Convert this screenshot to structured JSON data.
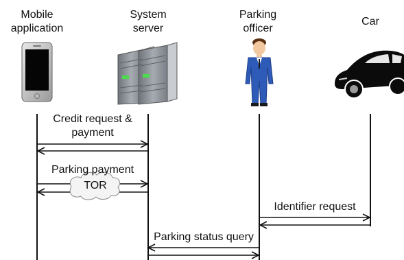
{
  "actors": {
    "mobile": {
      "label": "Mobile\napplication"
    },
    "server": {
      "label": "System\nserver"
    },
    "officer": {
      "label": "Parking\nofficer"
    },
    "car": {
      "label": "Car"
    }
  },
  "messages": {
    "credit": {
      "label": "Credit request &\npayment"
    },
    "parking_payment": {
      "label": "Parking payment",
      "cloud": "TOR"
    },
    "identifier": {
      "label": "Identifier request"
    },
    "status_query": {
      "label": "Parking status query"
    }
  },
  "colors": {
    "officer_suit": "#2f5bb8",
    "officer_hair": "#5a3214",
    "skin": "#f2c8a0",
    "server_body": "#8a8f97",
    "car_body": "#0b0b0b"
  }
}
